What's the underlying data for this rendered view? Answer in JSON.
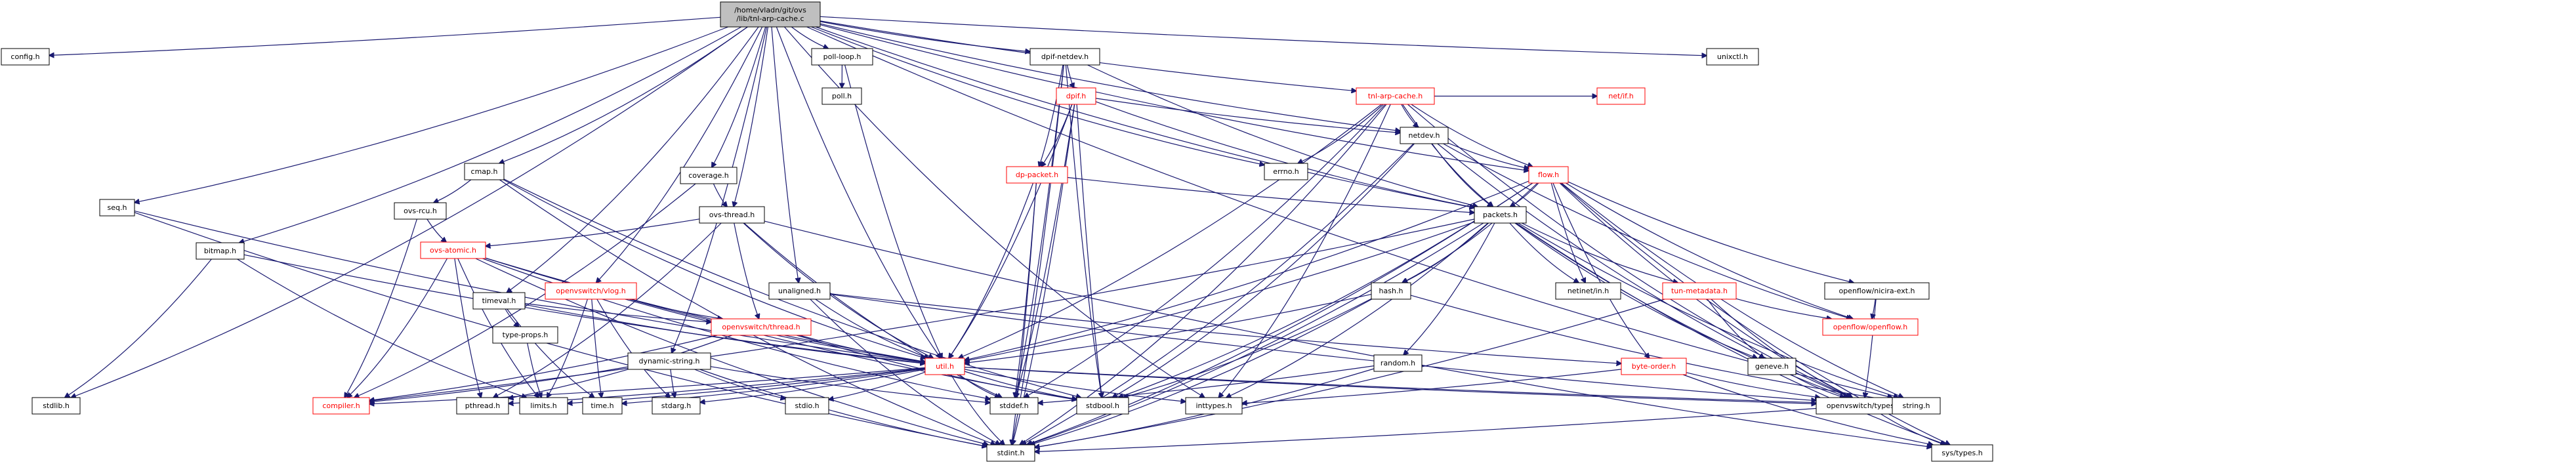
{
  "colors": {
    "edge": "#191970",
    "node_border": "#000000",
    "node_border_incomplete": "#ff0000",
    "root_fill": "#bfbfbf",
    "background": "#ffffff"
  },
  "nodes": [
    {
      "id": "root",
      "label": "/home/vladn/git/ovs\n/lib/tnl-arp-cache.c",
      "root": true
    },
    {
      "id": "config",
      "label": "config.h"
    },
    {
      "id": "seq",
      "label": "seq.h"
    },
    {
      "id": "bitmap",
      "label": "bitmap.h"
    },
    {
      "id": "cmap",
      "label": "cmap.h"
    },
    {
      "id": "ovsrcu",
      "label": "ovs-rcu.h"
    },
    {
      "id": "ovsatomic",
      "label": "ovs-atomic.h",
      "red": true
    },
    {
      "id": "timeval",
      "label": "timeval.h"
    },
    {
      "id": "typeprops",
      "label": "type-props.h"
    },
    {
      "id": "vlog",
      "label": "openvswitch/vlog.h",
      "red": true
    },
    {
      "id": "dynstr",
      "label": "dynamic-string.h"
    },
    {
      "id": "coverage",
      "label": "coverage.h"
    },
    {
      "id": "ovsthread",
      "label": "ovs-thread.h"
    },
    {
      "id": "unaligned",
      "label": "unaligned.h"
    },
    {
      "id": "ovsthreadpub",
      "label": "openvswitch/thread.h",
      "red": true
    },
    {
      "id": "pollloop",
      "label": "poll-loop.h"
    },
    {
      "id": "poll",
      "label": "poll.h"
    },
    {
      "id": "dpifnetdev",
      "label": "dpif-netdev.h"
    },
    {
      "id": "dpif",
      "label": "dpif.h",
      "red": true
    },
    {
      "id": "dppacket",
      "label": "dp-packet.h",
      "red": true
    },
    {
      "id": "tnlarp",
      "label": "tnl-arp-cache.h",
      "red": true
    },
    {
      "id": "errno",
      "label": "errno.h"
    },
    {
      "id": "netdev",
      "label": "netdev.h"
    },
    {
      "id": "netif",
      "label": "net/if.h",
      "red": true
    },
    {
      "id": "flow",
      "label": "flow.h",
      "red": true
    },
    {
      "id": "packets",
      "label": "packets.h"
    },
    {
      "id": "hash",
      "label": "hash.h"
    },
    {
      "id": "random",
      "label": "random.h"
    },
    {
      "id": "netinet",
      "label": "netinet/in.h"
    },
    {
      "id": "tunmeta",
      "label": "tun-metadata.h",
      "red": true
    },
    {
      "id": "byteorder",
      "label": "byte-order.h",
      "red": true
    },
    {
      "id": "geneve",
      "label": "geneve.h"
    },
    {
      "id": "nicira",
      "label": "openflow/nicira-ext.h"
    },
    {
      "id": "openflow",
      "label": "openflow/openflow.h",
      "red": true
    },
    {
      "id": "ovstypes",
      "label": "openvswitch/types.h"
    },
    {
      "id": "unixctl",
      "label": "unixctl.h"
    },
    {
      "id": "util",
      "label": "util.h",
      "red": true
    },
    {
      "id": "compiler",
      "label": "compiler.h",
      "red": true
    },
    {
      "id": "stdlib",
      "label": "stdlib.h"
    },
    {
      "id": "pthread",
      "label": "pthread.h"
    },
    {
      "id": "limits",
      "label": "limits.h"
    },
    {
      "id": "time",
      "label": "time.h"
    },
    {
      "id": "stdarg",
      "label": "stdarg.h"
    },
    {
      "id": "stdio",
      "label": "stdio.h"
    },
    {
      "id": "stddef",
      "label": "stddef.h"
    },
    {
      "id": "stdbool",
      "label": "stdbool.h"
    },
    {
      "id": "inttypes",
      "label": "inttypes.h"
    },
    {
      "id": "string",
      "label": "string.h"
    },
    {
      "id": "systypes",
      "label": "sys/types.h"
    },
    {
      "id": "stdint",
      "label": "stdint.h"
    }
  ],
  "edges": [
    [
      "root",
      "config"
    ],
    [
      "root",
      "seq"
    ],
    [
      "root",
      "bitmap"
    ],
    [
      "root",
      "cmap"
    ],
    [
      "root",
      "timeval"
    ],
    [
      "root",
      "vlog"
    ],
    [
      "root",
      "dynstr"
    ],
    [
      "root",
      "coverage"
    ],
    [
      "root",
      "ovsthread"
    ],
    [
      "root",
      "unaligned"
    ],
    [
      "root",
      "pollloop"
    ],
    [
      "root",
      "dpifnetdev"
    ],
    [
      "root",
      "tnlarp"
    ],
    [
      "root",
      "errno"
    ],
    [
      "root",
      "netdev"
    ],
    [
      "root",
      "flow"
    ],
    [
      "root",
      "packets"
    ],
    [
      "root",
      "unixctl"
    ],
    [
      "root",
      "util"
    ],
    [
      "root",
      "stdlib"
    ],
    [
      "root",
      "inttypes"
    ],
    [
      "root",
      "string"
    ],
    [
      "seq",
      "util"
    ],
    [
      "seq",
      "stdint"
    ],
    [
      "bitmap",
      "util"
    ],
    [
      "bitmap",
      "stdlib"
    ],
    [
      "bitmap",
      "limits"
    ],
    [
      "cmap",
      "ovsrcu"
    ],
    [
      "cmap",
      "util"
    ],
    [
      "cmap",
      "stdbool"
    ],
    [
      "cmap",
      "stdint"
    ],
    [
      "ovsrcu",
      "ovsatomic"
    ],
    [
      "ovsrcu",
      "compiler"
    ],
    [
      "ovsatomic",
      "compiler"
    ],
    [
      "ovsatomic",
      "pthread"
    ],
    [
      "ovsatomic",
      "limits"
    ],
    [
      "ovsatomic",
      "stddef"
    ],
    [
      "ovsatomic",
      "stdbool"
    ],
    [
      "ovsatomic",
      "stdint"
    ],
    [
      "ovsatomic",
      "util"
    ],
    [
      "timeval",
      "typeprops"
    ],
    [
      "timeval",
      "util"
    ],
    [
      "timeval",
      "time"
    ],
    [
      "timeval",
      "ovsthreadpub"
    ],
    [
      "typeprops",
      "limits"
    ],
    [
      "vlog",
      "util"
    ],
    [
      "vlog",
      "limits"
    ],
    [
      "vlog",
      "stdarg"
    ],
    [
      "vlog",
      "time"
    ],
    [
      "vlog",
      "ovsthreadpub"
    ],
    [
      "dynstr",
      "compiler"
    ],
    [
      "dynstr",
      "stdarg"
    ],
    [
      "dynstr",
      "stdio"
    ],
    [
      "dynstr",
      "stddef"
    ],
    [
      "dynstr",
      "stdint"
    ],
    [
      "coverage",
      "ovsthread"
    ],
    [
      "coverage",
      "compiler"
    ],
    [
      "ovsthread",
      "ovsatomic"
    ],
    [
      "ovsthread",
      "ovsthreadpub"
    ],
    [
      "ovsthread",
      "util"
    ],
    [
      "ovsthread",
      "pthread"
    ],
    [
      "ovsthread",
      "stddef"
    ],
    [
      "ovsthread",
      "systypes"
    ],
    [
      "unaligned",
      "byteorder"
    ],
    [
      "unaligned",
      "util"
    ],
    [
      "unaligned",
      "ovstypes"
    ],
    [
      "unaligned",
      "stdint"
    ],
    [
      "ovsthreadpub",
      "pthread"
    ],
    [
      "ovsthreadpub",
      "stdbool"
    ],
    [
      "ovsthreadpub",
      "compiler"
    ],
    [
      "ovsthreadpub",
      "util"
    ],
    [
      "pollloop",
      "poll"
    ],
    [
      "pollloop",
      "util"
    ],
    [
      "dpifnetdev",
      "dpif"
    ],
    [
      "dpifnetdev",
      "dppacket"
    ],
    [
      "dpifnetdev",
      "packets"
    ],
    [
      "dpifnetdev",
      "stdbool"
    ],
    [
      "dpifnetdev",
      "stddef"
    ],
    [
      "dpifnetdev",
      "stdint"
    ],
    [
      "dpif",
      "dppacket"
    ],
    [
      "dpif",
      "netdev"
    ],
    [
      "dpif",
      "packets"
    ],
    [
      "dpif",
      "util"
    ],
    [
      "dpif",
      "stdbool"
    ],
    [
      "dpif",
      "stddef"
    ],
    [
      "dpif",
      "stdint"
    ],
    [
      "dppacket",
      "packets"
    ],
    [
      "dppacket",
      "util"
    ],
    [
      "dppacket",
      "stddef"
    ],
    [
      "dppacket",
      "stdint"
    ],
    [
      "tnlarp",
      "errno"
    ],
    [
      "tnlarp",
      "netdev"
    ],
    [
      "tnlarp",
      "netif"
    ],
    [
      "tnlarp",
      "flow"
    ],
    [
      "tnlarp",
      "packets"
    ],
    [
      "tnlarp",
      "util"
    ],
    [
      "tnlarp",
      "inttypes"
    ],
    [
      "tnlarp",
      "stddef"
    ],
    [
      "tnlarp",
      "stdint"
    ],
    [
      "tnlarp",
      "ovstypes"
    ],
    [
      "netdev",
      "flow"
    ],
    [
      "netdev",
      "packets"
    ],
    [
      "netdev",
      "openflow"
    ],
    [
      "netdev",
      "ovstypes"
    ],
    [
      "netdev",
      "stdbool"
    ],
    [
      "netdev",
      "stdint"
    ],
    [
      "flow",
      "packets"
    ],
    [
      "flow",
      "hash"
    ],
    [
      "flow",
      "util"
    ],
    [
      "flow",
      "nicira"
    ],
    [
      "flow",
      "openflow"
    ],
    [
      "flow",
      "byteorder"
    ],
    [
      "flow",
      "netinet"
    ],
    [
      "flow",
      "string"
    ],
    [
      "flow",
      "stdbool"
    ],
    [
      "flow",
      "stdint"
    ],
    [
      "flow",
      "systypes"
    ],
    [
      "flow",
      "ovstypes"
    ],
    [
      "packets",
      "hash"
    ],
    [
      "packets",
      "random"
    ],
    [
      "packets",
      "tunmeta"
    ],
    [
      "packets",
      "geneve"
    ],
    [
      "packets",
      "netinet"
    ],
    [
      "packets",
      "util"
    ],
    [
      "packets",
      "inttypes"
    ],
    [
      "packets",
      "stdint"
    ],
    [
      "packets",
      "string"
    ],
    [
      "packets",
      "systypes"
    ],
    [
      "packets",
      "ovstypes"
    ],
    [
      "packets",
      "compiler"
    ],
    [
      "hash",
      "util"
    ],
    [
      "hash",
      "stdbool"
    ],
    [
      "hash",
      "stdint"
    ],
    [
      "hash",
      "string"
    ],
    [
      "random",
      "stddef"
    ],
    [
      "random",
      "stdint"
    ],
    [
      "tunmeta",
      "openflow"
    ],
    [
      "tunmeta",
      "geneve"
    ],
    [
      "tunmeta",
      "stdint"
    ],
    [
      "tunmeta",
      "ovstypes"
    ],
    [
      "byteorder",
      "ovstypes"
    ],
    [
      "byteorder",
      "inttypes"
    ],
    [
      "byteorder",
      "systypes"
    ],
    [
      "geneve",
      "ovstypes"
    ],
    [
      "nicira",
      "ovstypes"
    ],
    [
      "nicira",
      "openflow"
    ],
    [
      "ovstypes",
      "stdint"
    ],
    [
      "ovstypes",
      "systypes"
    ],
    [
      "util",
      "compiler"
    ],
    [
      "util",
      "limits"
    ],
    [
      "util",
      "stdarg"
    ],
    [
      "util",
      "stdio"
    ],
    [
      "util",
      "stddef"
    ],
    [
      "util",
      "stdbool"
    ],
    [
      "util",
      "inttypes"
    ],
    [
      "util",
      "string"
    ],
    [
      "util",
      "stdint"
    ],
    [
      "util",
      "ovstypes"
    ],
    [
      "util",
      "pthread"
    ],
    [
      "util",
      "time"
    ]
  ]
}
